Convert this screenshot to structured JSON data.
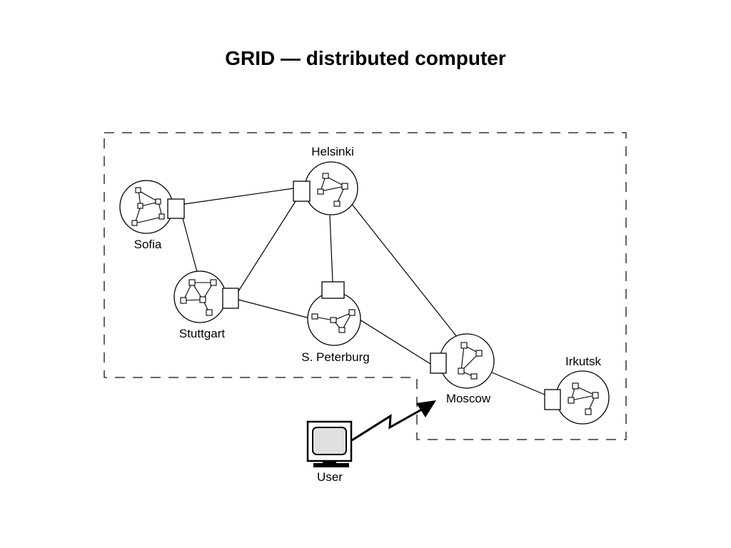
{
  "title": "GRID — distributed computer",
  "nodes": {
    "sofia": {
      "label": "Sofia"
    },
    "helsinki": {
      "label": "Helsinki"
    },
    "stuttgart": {
      "label": "Stuttgart"
    },
    "peterburg": {
      "label": "S. Peterburg"
    },
    "moscow": {
      "label": "Moscow"
    },
    "irkutsk": {
      "label": "Irkutsk"
    }
  },
  "user": {
    "label": "User"
  },
  "colors": {
    "stroke": "#000000",
    "screen": "#e0e0e0",
    "boundary": "#333333"
  }
}
